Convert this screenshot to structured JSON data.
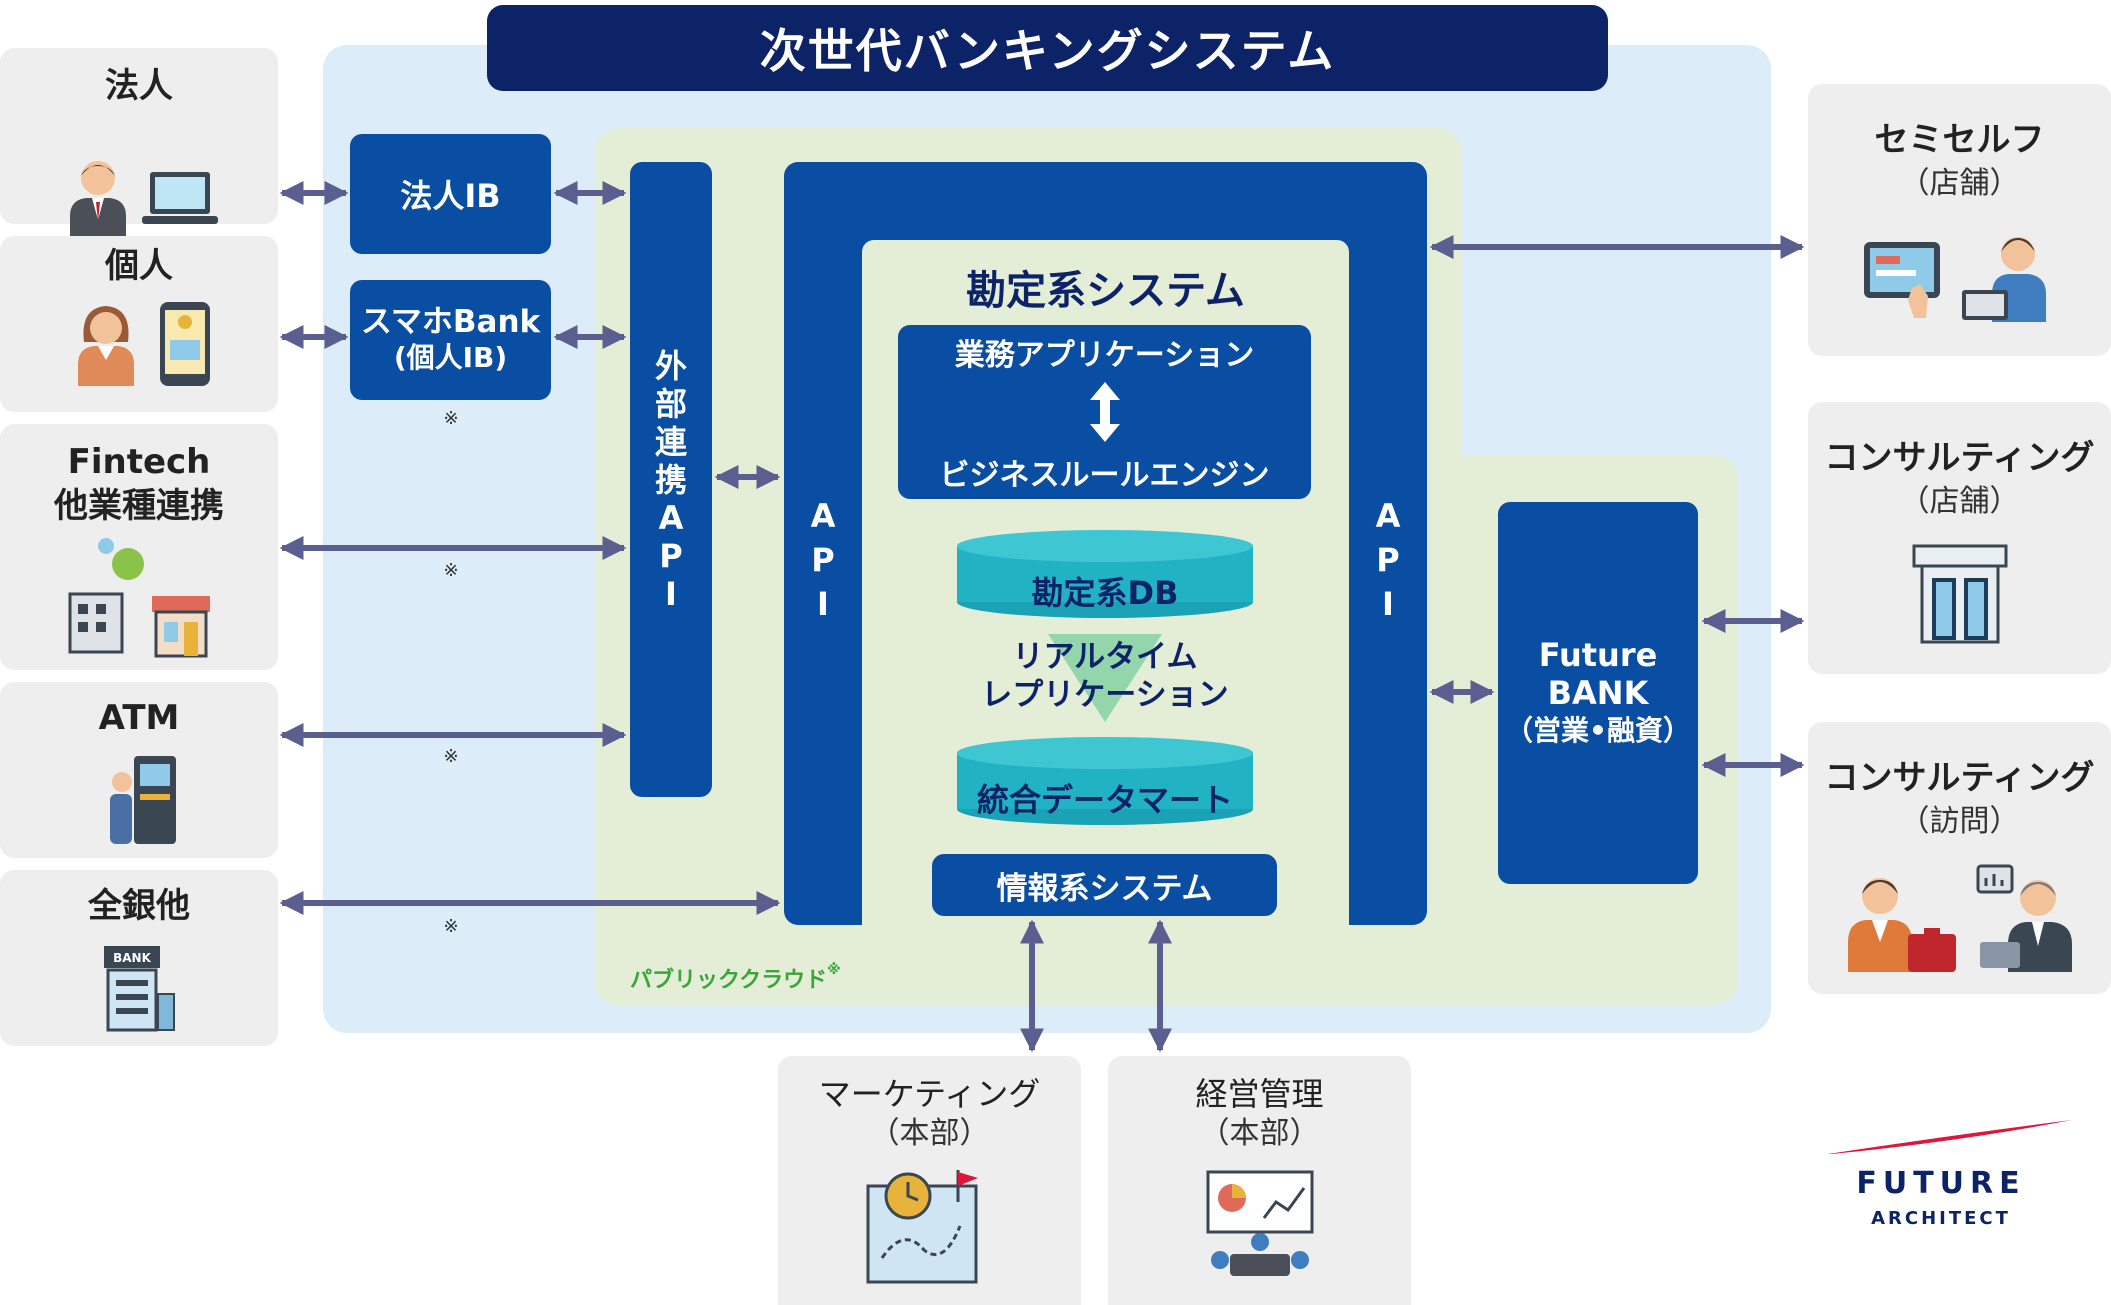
{
  "title": "次世代バンキングシステム",
  "colors": {
    "navy": "#0d2367",
    "blue": "#0a4ea3",
    "teal": "#21b3c3",
    "light_blue_bg": "#dcecf8",
    "cloud_green": "#e4eed6",
    "arrow": "#5b5f8f",
    "brand_red": "#e0153c"
  },
  "left_channels": [
    {
      "name": "法人",
      "icons": [
        "businessman-icon",
        "laptop-icon"
      ]
    },
    {
      "name": "個人",
      "icons": [
        "woman-icon",
        "smartphone-icon"
      ]
    },
    {
      "name": "Fintech\n他業種連携",
      "icons": [
        "buildings-icon",
        "shop-icon"
      ]
    },
    {
      "name": "ATM",
      "icons": [
        "atm-user-icon"
      ]
    },
    {
      "name": "全銀他",
      "icons": [
        "bank-building-icon"
      ]
    }
  ],
  "right_channels": [
    {
      "name": "セミセルフ",
      "sub": "（店舗）",
      "icons": [
        "tablet-icon",
        "clerk-icon"
      ]
    },
    {
      "name": "コンサルティング",
      "sub": "（店舗）",
      "icons": [
        "store-icon"
      ]
    },
    {
      "name": "コンサルティング",
      "sub": "（訪問）",
      "icons": [
        "consultant-icon",
        "client-icon"
      ]
    }
  ],
  "bottom_channels": [
    {
      "name": "マーケティング",
      "sub": "（本部）",
      "icons": [
        "strategy-board-icon"
      ]
    },
    {
      "name": "経営管理",
      "sub": "（本部）",
      "icons": [
        "meeting-icon"
      ]
    }
  ],
  "blocks": {
    "houjin_ib": "法人IB",
    "smaho_bank": "スマホBank",
    "smaho_bank_sub": "(個人IB)",
    "external_api": [
      "外",
      "部",
      "連",
      "携",
      "A",
      "P",
      "I"
    ],
    "api_left": [
      "A",
      "P",
      "I"
    ],
    "api_right": [
      "A",
      "P",
      "I"
    ],
    "kanjo_title": "勘定系システム",
    "app_top": "業務アプリケーション",
    "app_bottom": "ビジネスルールエンジン",
    "kanjo_db": "勘定系DB",
    "replication_1": "リアルタイム",
    "replication_2": "レプリケーション",
    "datamart": "統合データマート",
    "info_system": "情報系システム",
    "future_bank_1": "Future",
    "future_bank_2": "BANK",
    "future_bank_3": "（営業•融資）",
    "public_cloud": "パブリッククラウド",
    "public_cloud_mark": "※"
  },
  "note_mark": "※",
  "logo": {
    "line1": "FUTURE",
    "line2": "ARCHITECT"
  }
}
